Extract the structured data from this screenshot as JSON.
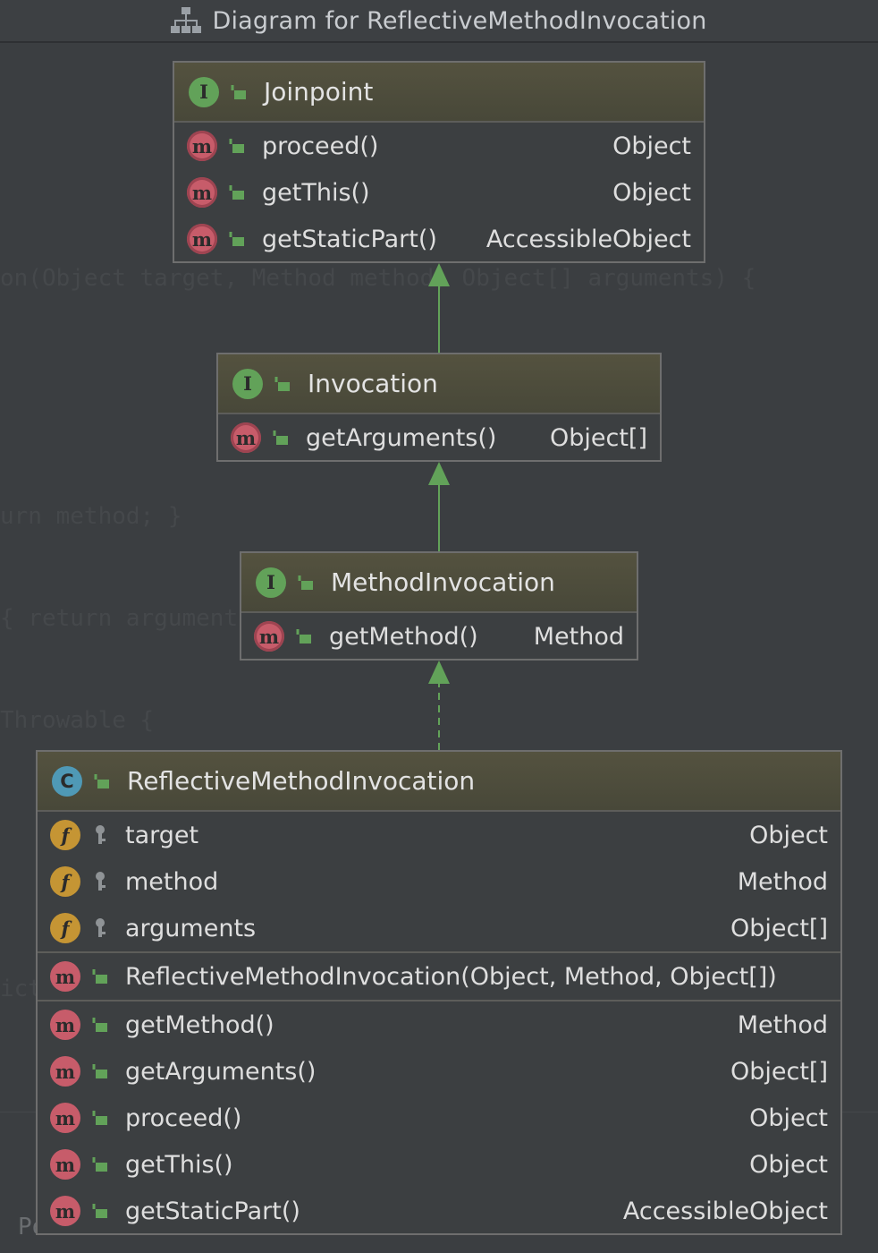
{
  "window": {
    "title": "Diagram for ReflectiveMethodInvocation"
  },
  "icons": {
    "title": "hierarchy-diagram-icon",
    "interface": "interface-icon",
    "class": "class-icon",
    "field": "field-icon",
    "method": "method-icon",
    "abstract_method": "abstract-method-icon",
    "public": "public-lock-icon",
    "private": "private-key-icon"
  },
  "colors": {
    "background": "#3b3e41",
    "header": "#4f4e3d",
    "arrow": "#62a259",
    "interface_badge": "#62a259",
    "class_badge": "#4f99b6",
    "field_badge": "#c59534",
    "method_badge": "#c75c6a"
  },
  "nodes": {
    "joinpoint": {
      "kind": "I",
      "name": "Joinpoint",
      "members": [
        {
          "badge": "m",
          "name": "proceed()",
          "type": "Object"
        },
        {
          "badge": "m",
          "name": "getThis()",
          "type": "Object"
        },
        {
          "badge": "m",
          "name": "getStaticPart()",
          "type": "AccessibleObject"
        }
      ]
    },
    "invocation": {
      "kind": "I",
      "name": "Invocation",
      "members": [
        {
          "badge": "m",
          "name": "getArguments()",
          "type": "Object[]"
        }
      ]
    },
    "method_invocation": {
      "kind": "I",
      "name": "MethodInvocation",
      "members": [
        {
          "badge": "m",
          "name": "getMethod()",
          "type": "Method"
        }
      ]
    },
    "reflective": {
      "kind": "C",
      "name": "ReflectiveMethodInvocation",
      "fields": [
        {
          "badge": "f",
          "name": "target",
          "type": "Object"
        },
        {
          "badge": "f",
          "name": "method",
          "type": "Method"
        },
        {
          "badge": "f",
          "name": "arguments",
          "type": "Object[]"
        }
      ],
      "constructors": [
        {
          "badge": "m",
          "name": "ReflectiveMethodInvocation(Object, Method, Object[])",
          "type": ""
        }
      ],
      "methods": [
        {
          "badge": "m",
          "name": "getMethod()",
          "type": "Method"
        },
        {
          "badge": "m",
          "name": "getArguments()",
          "type": "Object[]"
        },
        {
          "badge": "m",
          "name": "proceed()",
          "type": "Object"
        },
        {
          "badge": "m",
          "name": "getThis()",
          "type": "Object"
        },
        {
          "badge": "m",
          "name": "getStaticPart()",
          "type": "AccessibleObject"
        }
      ]
    }
  },
  "edges": [
    {
      "from": "Invocation",
      "to": "Joinpoint",
      "style": "solid"
    },
    {
      "from": "MethodInvocation",
      "to": "Invocation",
      "style": "solid"
    },
    {
      "from": "ReflectiveMethodInvocation",
      "to": "MethodInvocation",
      "style": "dashed"
    }
  ]
}
